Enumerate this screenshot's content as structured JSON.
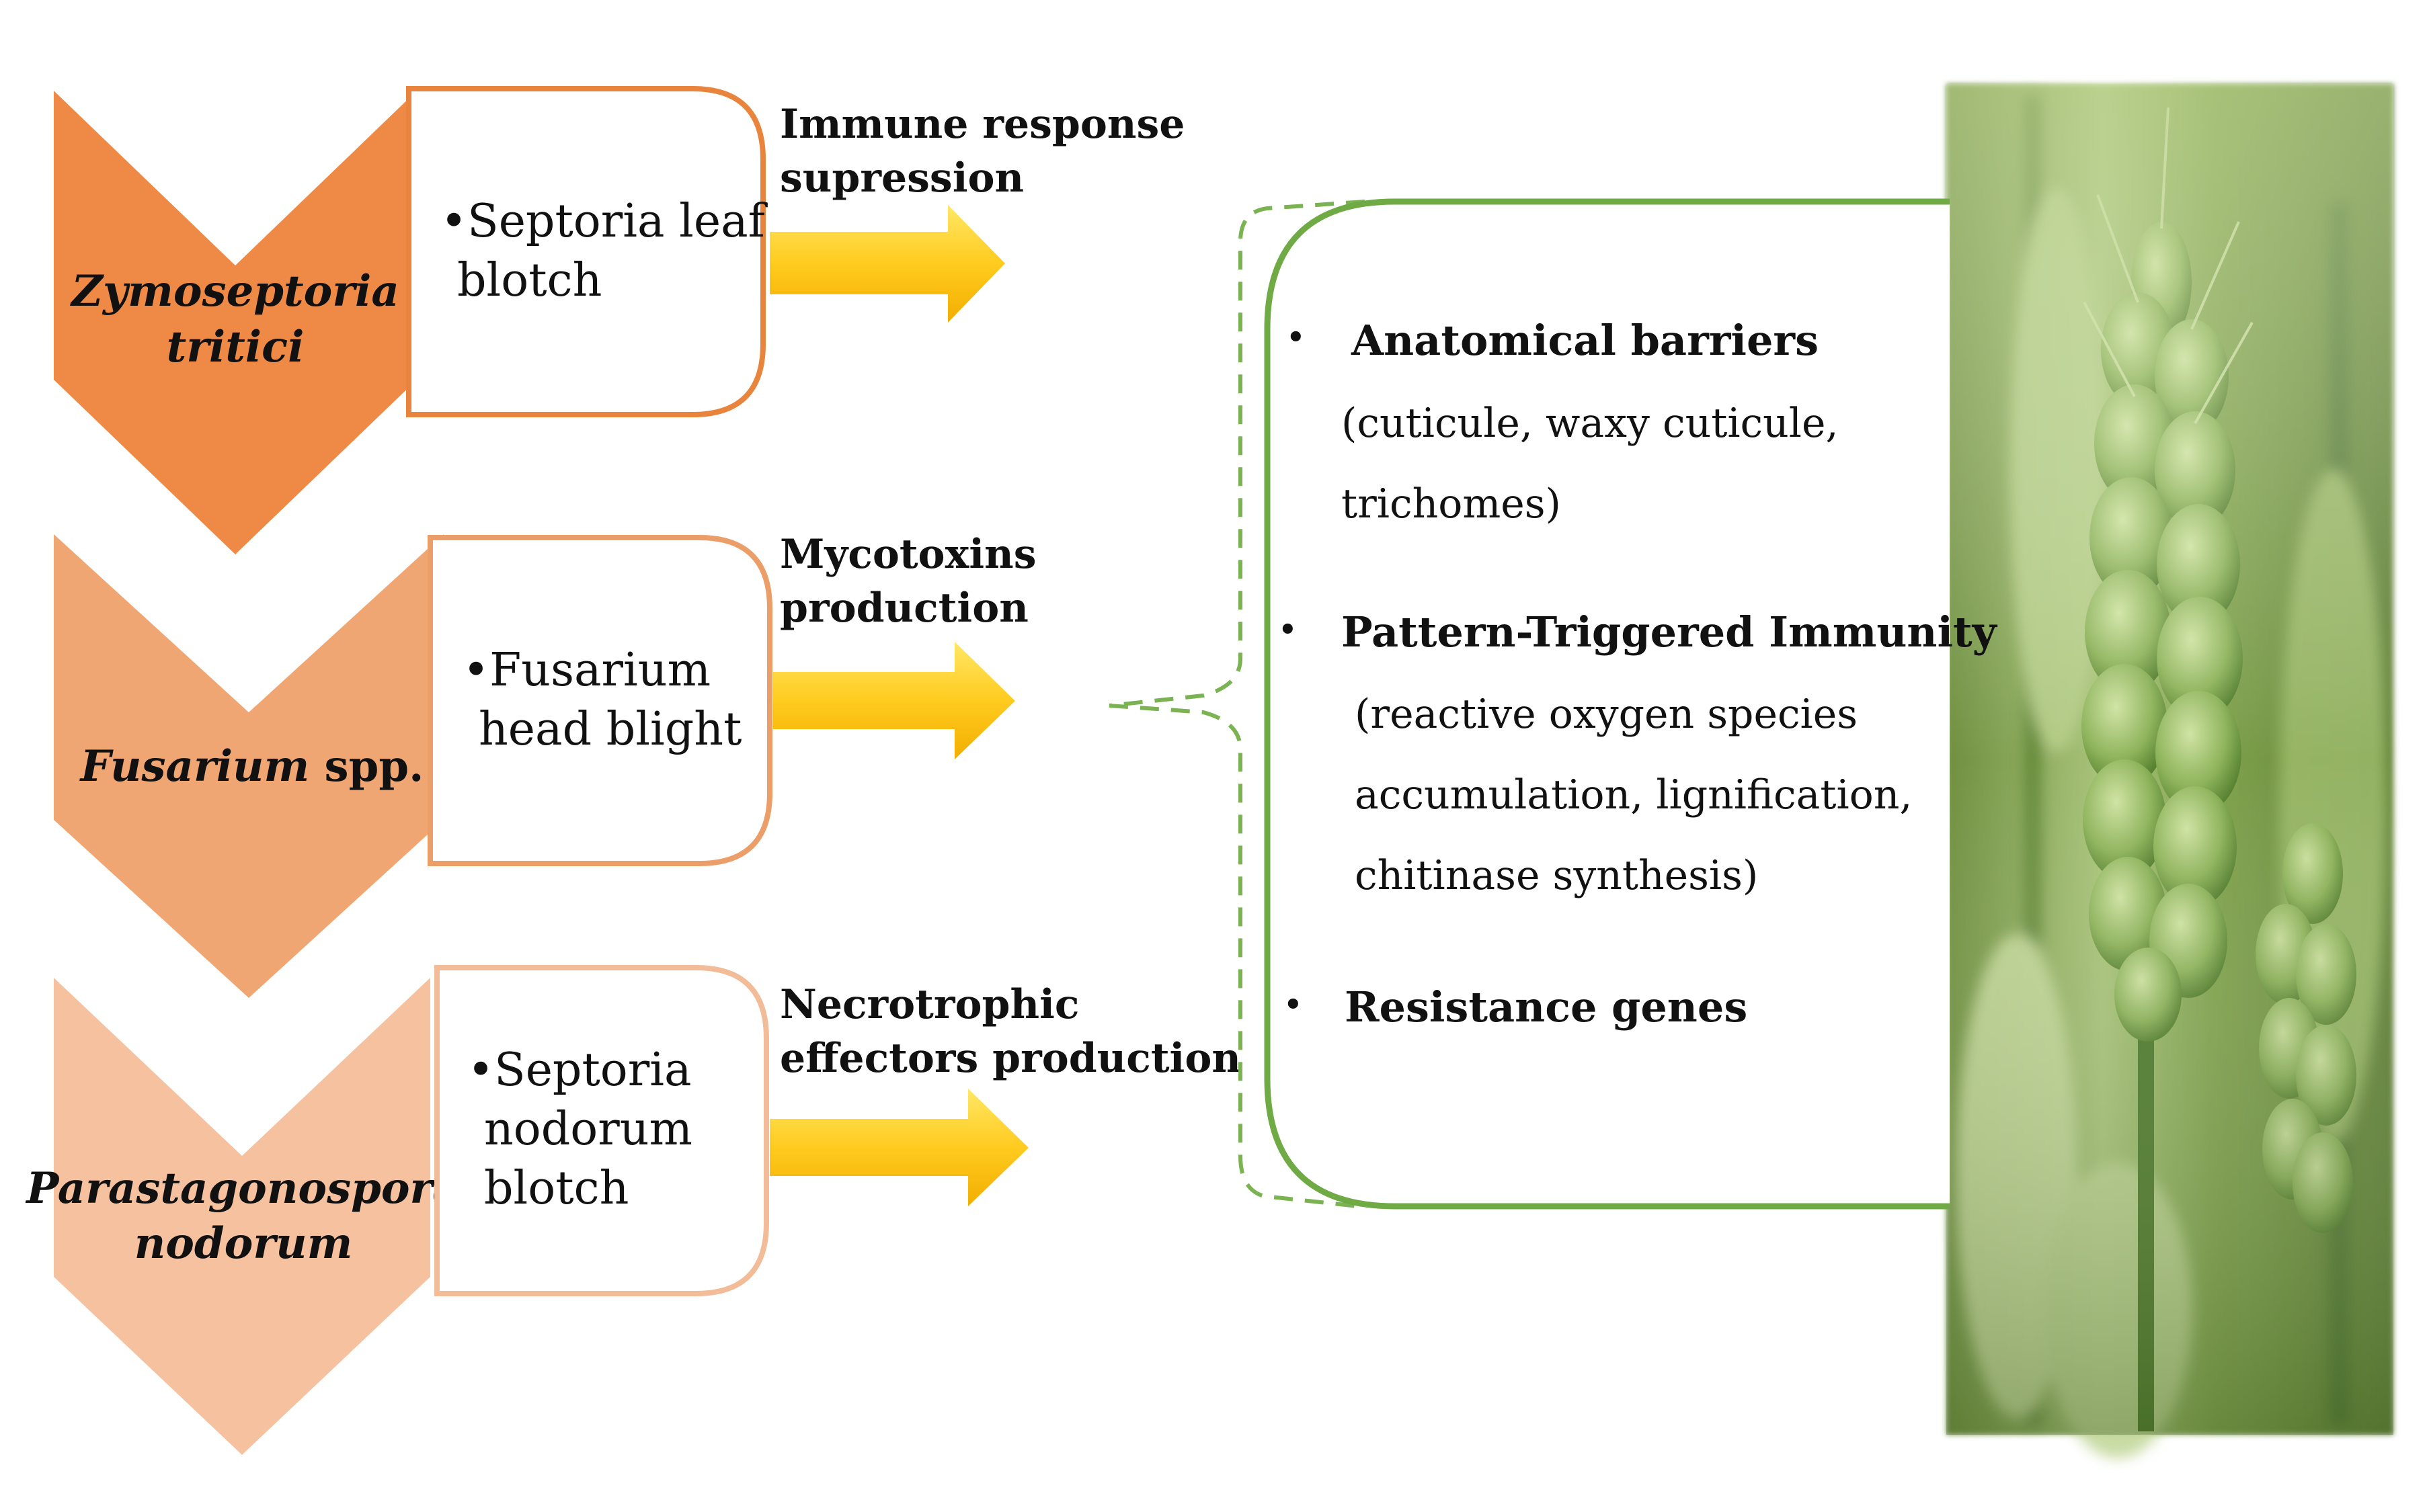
{
  "pathogens": [
    {
      "name": "Zymoseptoria tritici",
      "name_line1": "Zymoseptoria",
      "name_line2": "tritici",
      "color": "#EE8A46",
      "disease_line1": "•Septoria leaf",
      "disease_line2": "blotch",
      "disease_line3": "",
      "mechanism_line1": "Immune response",
      "mechanism_line2": "supression"
    },
    {
      "name": "Fusarium spp.",
      "name_italic": "Fusarium",
      "name_rest": " spp.",
      "color": "#F0A672",
      "disease_line1": "•Fusarium",
      "disease_line2": "head blight",
      "disease_line3": "",
      "mechanism_line1": "Mycotoxins",
      "mechanism_line2": "production"
    },
    {
      "name": "Parastagonospora nodorum",
      "name_line1": "Parastagonospora",
      "name_line2": "nodorum",
      "color": "#F5C19E",
      "disease_line1": "•Septoria",
      "disease_line2": "nodorum",
      "disease_line3": "blotch",
      "mechanism_line1": "Necrotrophic",
      "mechanism_line2": "effectors production"
    }
  ],
  "defense": {
    "items": [
      {
        "bullet": "•",
        "title": "Anatomical barriers",
        "detail_lines": [
          "(cuticule, waxy cuticule,",
          "trichomes)"
        ]
      },
      {
        "bullet": "•",
        "title": "Pattern-Triggered Immunity",
        "detail_lines": [
          "(reactive oxygen species",
          "accumulation, lignification,",
          "chitinase synthesis)"
        ]
      },
      {
        "bullet": "•",
        "title": "Resistance genes",
        "detail_lines": []
      }
    ]
  },
  "colors": {
    "arrow_top": "#FFE15A",
    "arrow_bottom": "#F4B400",
    "box_border_1": "#E8843C",
    "box_border_2": "#EC9E68",
    "box_border_3": "#F2BC98",
    "defense_border": "#6FAA45",
    "bracket_dash": "#7BB352",
    "wheat_green": "#8BB25A"
  },
  "image": {
    "icon": "wheat-spike-photo"
  }
}
